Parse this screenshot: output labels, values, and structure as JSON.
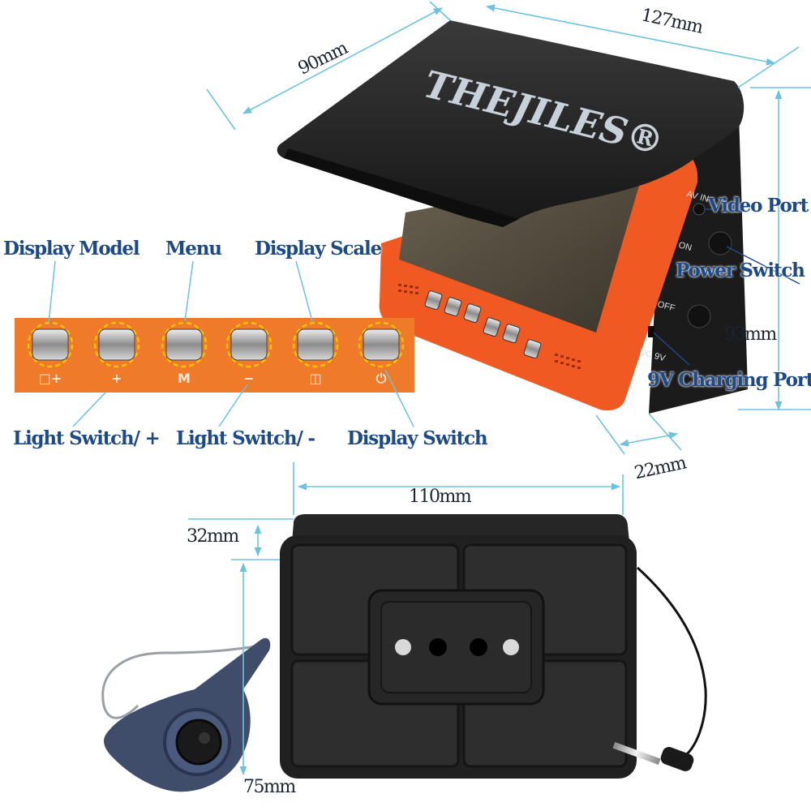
{
  "brand": "THEJILES®",
  "monitor_side_labels": [
    "AV IN",
    "ON",
    "OFF",
    "DC 9V"
  ],
  "callouts": {
    "video_port": "Video Port",
    "power_switch": "Power Switch",
    "charging_port": "9V Charging Port",
    "display_model": "Display Model",
    "menu": "Menu",
    "display_scale": "Display Scale",
    "light_switch_plus": "Light Switch/ +",
    "light_switch_minus": "Light Switch/ -",
    "display_switch": "Display Switch"
  },
  "dimensions": {
    "hood_depth": "90mm",
    "width": "127mm",
    "height": "93mm",
    "thickness": "22mm",
    "mount_width": "110mm",
    "mount_depth": "32mm",
    "mount_height": "75mm"
  },
  "button_glyphs": [
    "□+",
    "+",
    "M",
    "−",
    "◫",
    "⏻"
  ],
  "colors": {
    "accent_orange": "#f05a22",
    "panel_orange": "#ef7a2a",
    "label_blue": "#1d4a86",
    "dimension_line": "#6cc3e0",
    "highlight_ring": "#f5c400"
  }
}
